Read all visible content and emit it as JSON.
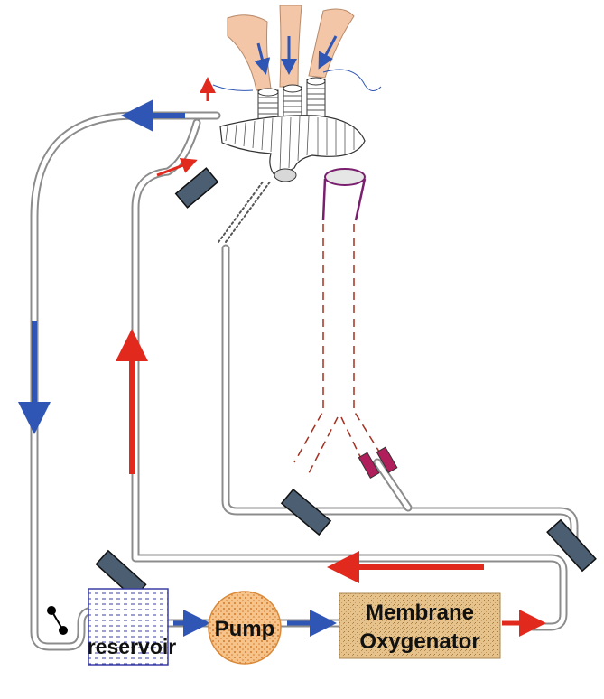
{
  "labels": {
    "reservoir": "reservoir",
    "pump": "Pump",
    "oxygenator_line1": "Membrane",
    "oxygenator_line2": "Oxygenator"
  },
  "colors": {
    "venous_blue": "#2f55b5",
    "arterial_red": "#e2291e",
    "clamp_slate": "#4b5e72",
    "clamp_magenta": "#b01e5c",
    "pump_orange": "#f0a24a",
    "oxygenator_tan": "#e3c08a",
    "reservoir_blue": "#3b3fa6",
    "vessel_pink": "#f2c6a6",
    "tube_gray": "#8c8c8c"
  },
  "icons": [
    "pinch-clamp-icon"
  ]
}
